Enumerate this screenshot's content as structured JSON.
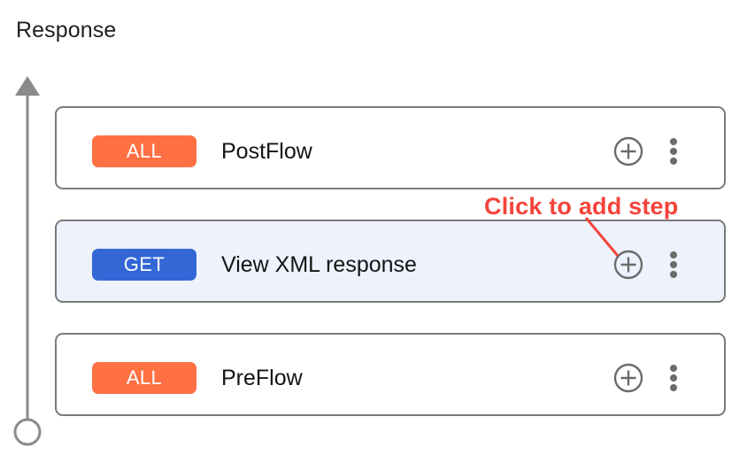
{
  "page": {
    "title": "Response",
    "background": "#ffffff"
  },
  "axis": {
    "name": "flow-direction-axis",
    "color": "#8a8a8a",
    "arrow_direction": "up",
    "endpoint_shape": "circle"
  },
  "colors": {
    "badge_all": "#ff7043",
    "badge_get": "#3367d6",
    "card_border": "#7a7a7a",
    "card_selected_bg": "#eef2fc",
    "icon_gray": "#6b6b6b",
    "annotation_red": "#f4433b"
  },
  "flow_cards": [
    {
      "badge": "ALL",
      "badge_type": "all",
      "label": "PostFlow",
      "selected": false,
      "add_icon": "plus-circle-icon",
      "menu_icon": "kebab-menu-icon"
    },
    {
      "badge": "GET",
      "badge_type": "get",
      "label": "View XML response",
      "selected": true,
      "add_icon": "plus-circle-icon",
      "menu_icon": "kebab-menu-icon"
    },
    {
      "badge": "ALL",
      "badge_type": "all",
      "label": "PreFlow",
      "selected": false,
      "add_icon": "plus-circle-icon",
      "menu_icon": "kebab-menu-icon"
    }
  ],
  "annotation": {
    "text": "Click to add step",
    "points_to": "add-step-button-of-selected-card"
  }
}
